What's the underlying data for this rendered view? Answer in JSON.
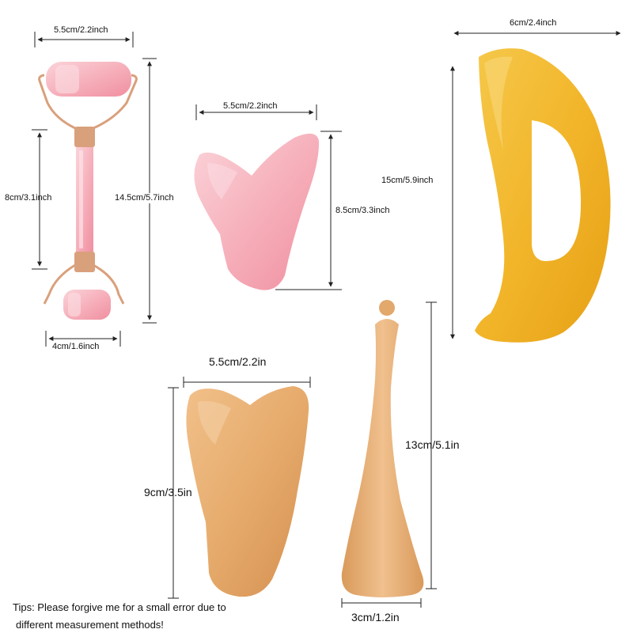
{
  "measurements": {
    "roller_top_width": "5.5cm/2.2inch",
    "roller_handle_length": "8cm/3.1inch",
    "roller_total_length": "14.5cm/5.7inch",
    "roller_bottom_width": "4cm/1.6inch",
    "heart_pink_width": "5.5cm/2.2inch",
    "heart_pink_height": "8.5cm/3.3inch",
    "crescent_width": "6cm/2.4inch",
    "crescent_height": "15cm/5.9inch",
    "heart_amber_width": "5.5cm/2.2in",
    "heart_amber_height": "9cm/3.5in",
    "stick_height": "13cm/5.1in",
    "stick_width": "3cm/1.2in"
  },
  "tips": {
    "line1": "Tips: Please forgive me for a small error due to",
    "line2": "different measurement methods!"
  },
  "colors": {
    "rose_quartz": "#f7b6c0",
    "rose_gold": "#d9a07c",
    "crescent_amber": "#f2b52a",
    "heart_amber": "#e6ab6c",
    "stick_amber": "#e2a86c",
    "dimension_line": "#222222"
  }
}
